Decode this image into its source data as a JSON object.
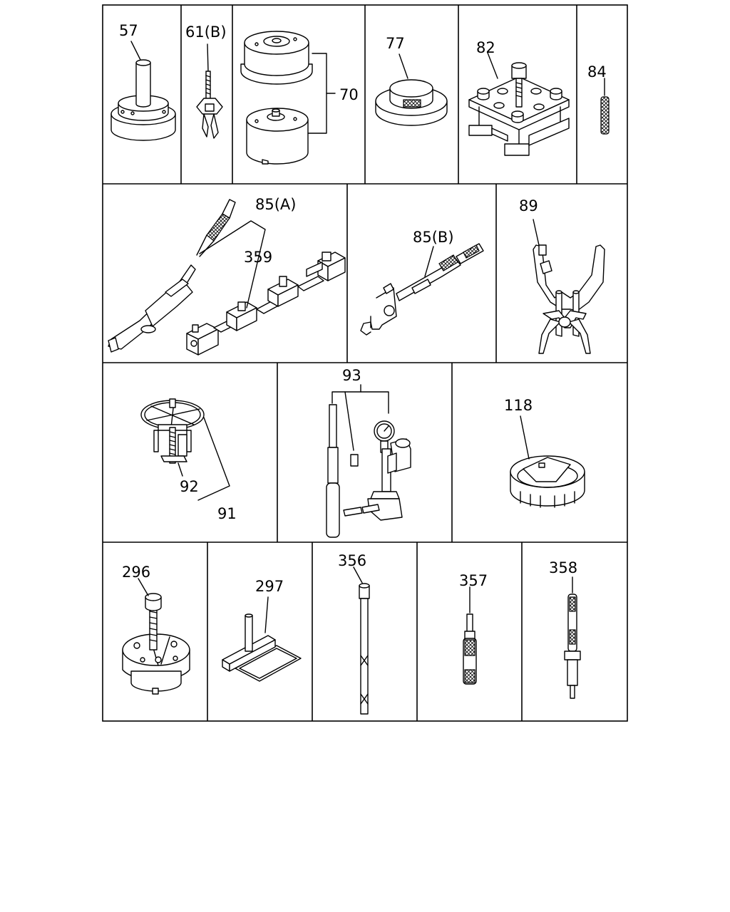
{
  "callouts": {
    "c57": "57",
    "c61b": "61(B)",
    "c70": "70",
    "c77": "77",
    "c82": "82",
    "c84": "84",
    "c85a": "85(A)",
    "c359": "359",
    "c85b": "85(B)",
    "c89": "89",
    "c92": "92",
    "c91": "91",
    "c93": "93",
    "c118": "118",
    "c296": "296",
    "c297": "297",
    "c356": "356",
    "c357": "357",
    "c358": "358"
  }
}
